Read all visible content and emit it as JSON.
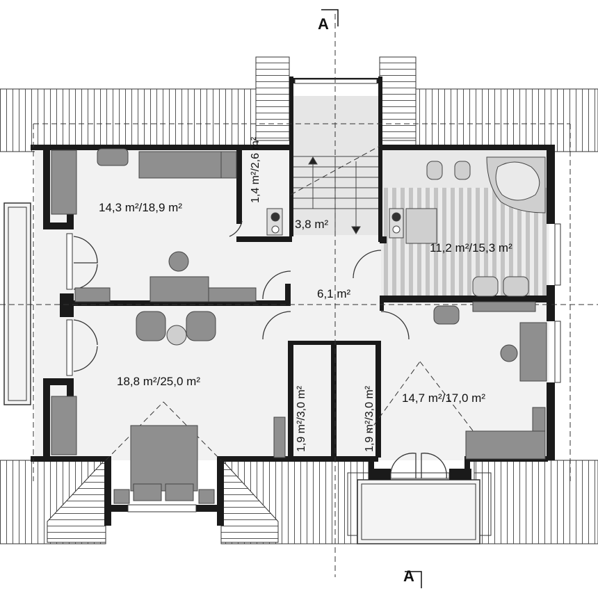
{
  "section_marks": {
    "top": "A",
    "bottom": "A"
  },
  "rooms": [
    {
      "id": "office",
      "text": "14,3 m²/18,9 m²"
    },
    {
      "id": "wc-small",
      "text": "1,4 m²/2,6 m²"
    },
    {
      "id": "stair",
      "text": "3,8 m²"
    },
    {
      "id": "bathroom",
      "text": "11,2 m²/15,3 m²"
    },
    {
      "id": "hall",
      "text": "6,1 m²"
    },
    {
      "id": "bedroom-main",
      "text": "18,8 m²/25,0 m²"
    },
    {
      "id": "closet-left",
      "text": "1,9 m²/3,0 m²"
    },
    {
      "id": "closet-right",
      "text": "1,9 m²/3,0 m²"
    },
    {
      "id": "bedroom-right",
      "text": "14,7 m²/17,0 m²"
    }
  ],
  "colors": {
    "wall": "#1a1a1a",
    "furniture": "#8f8f8f",
    "floor": "#f2f2f2",
    "bath_stripe": "#b5b5b5",
    "line": "#333333"
  }
}
